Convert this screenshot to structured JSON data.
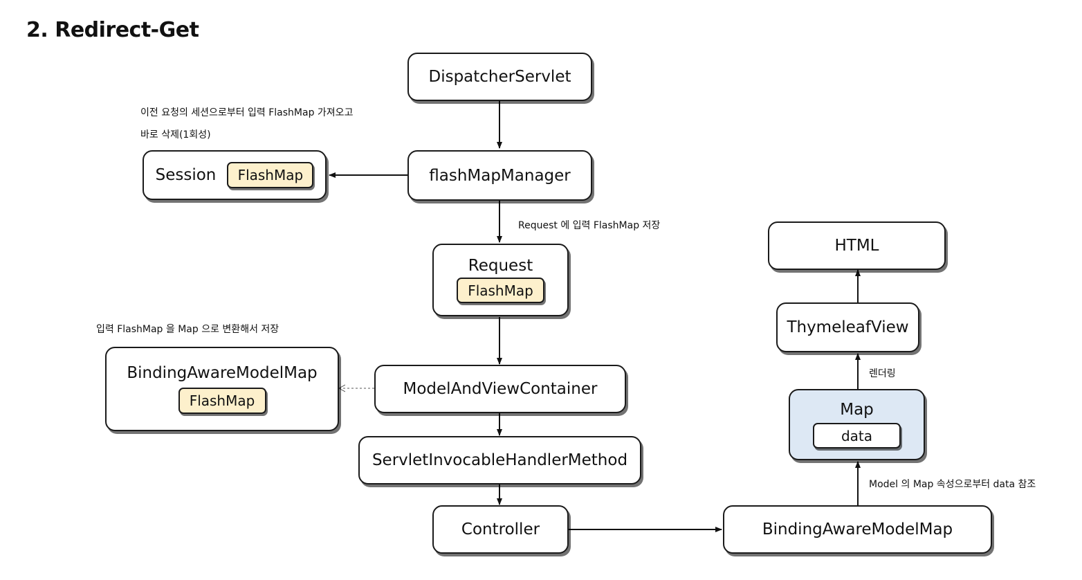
{
  "title": "2. Redirect-Get",
  "nodes": {
    "dispatcher": "DispatcherServlet",
    "flash_manager": "flashMapManager",
    "session": "Session",
    "session_chip": "FlashMap",
    "request": "Request",
    "request_chip": "FlashMap",
    "binding_left": "BindingAwareModelMap",
    "binding_left_chip": "FlashMap",
    "mav_container": "ModelAndViewContainer",
    "handler_method": "ServletInvocableHandlerMethod",
    "controller": "Controller",
    "binding_right": "BindingAwareModelMap",
    "map": "Map",
    "map_chip": "data",
    "thymeleaf": "ThymeleafView",
    "html": "HTML"
  },
  "notes": {
    "session_line1": "이전 요청의 세션으로부터 입력 FlashMap 가져오고",
    "session_line2": "바로 삭제(1회성)",
    "request_store": "Request 에 입력 FlashMap 저장",
    "convert": "입력 FlashMap 을 Map 으로 변환해서 저장",
    "rendering": "렌더링",
    "model_ref": "Model 의 Map 속성으로부터 data 참조"
  },
  "colors": {
    "chip_fill": "#fdf0cc",
    "map_fill": "#dde8f4",
    "border": "#1a1a1a"
  }
}
